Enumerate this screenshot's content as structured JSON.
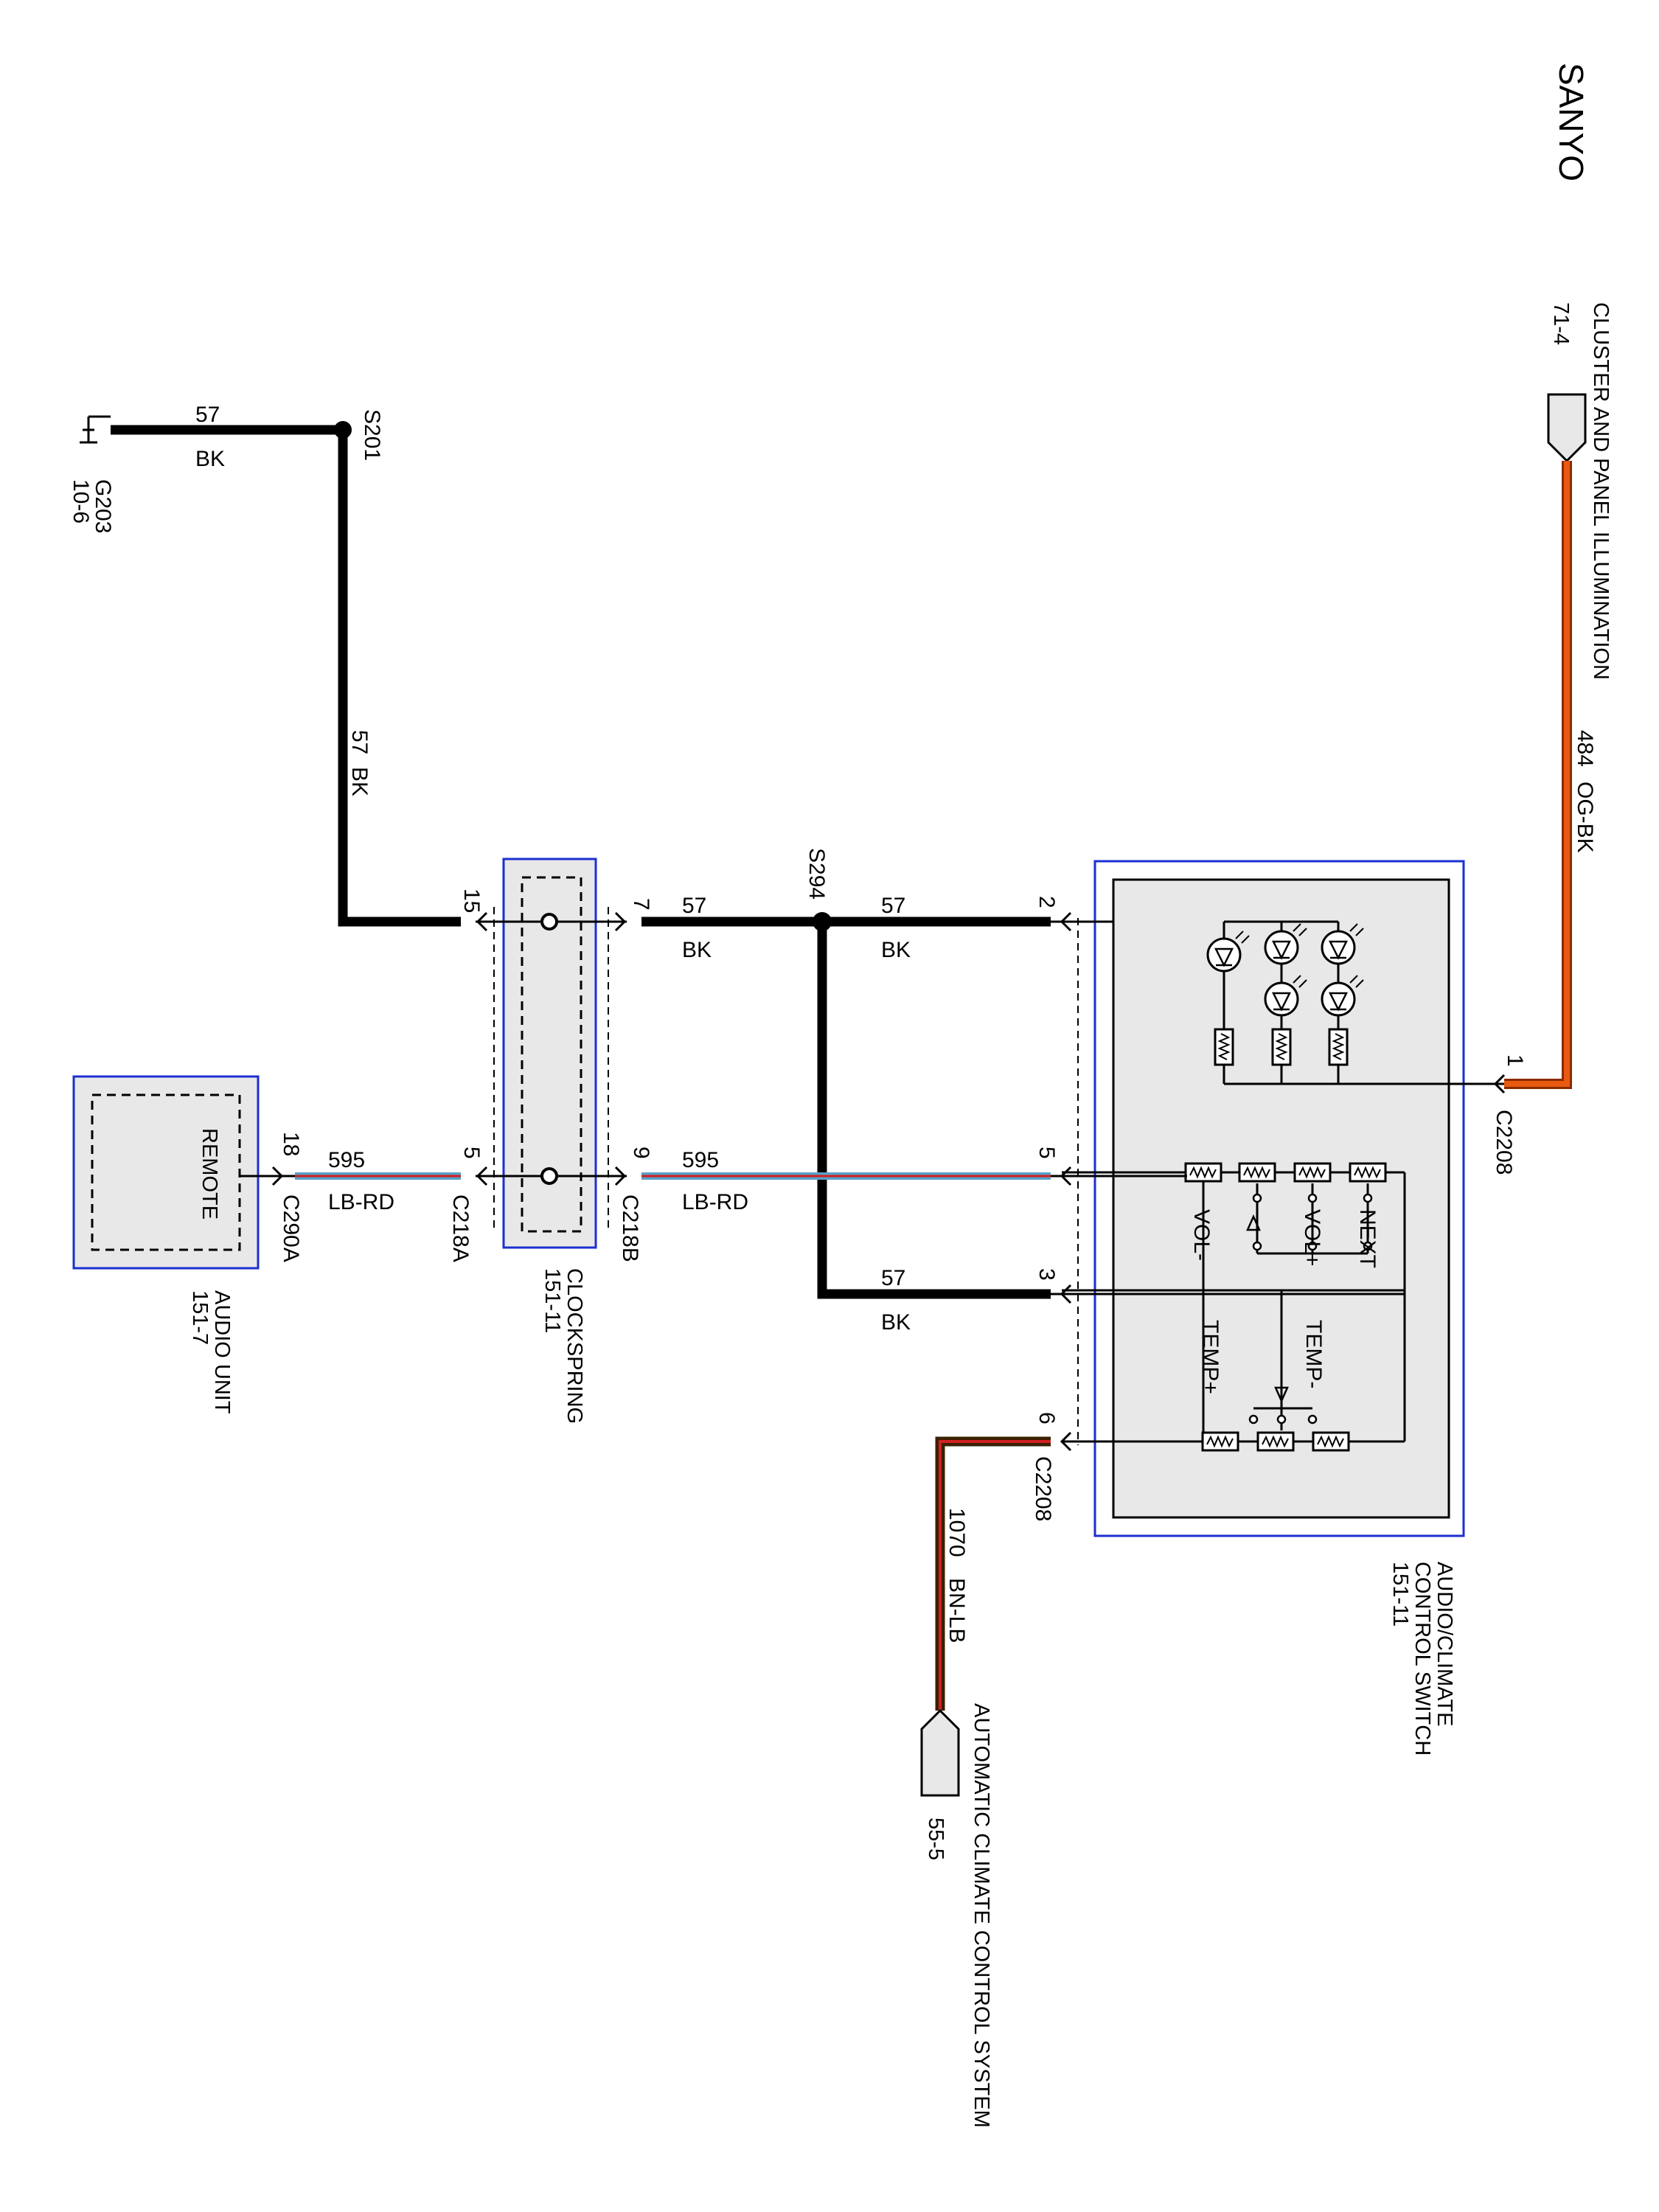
{
  "brand": "SANYO",
  "components": {
    "cluster": {
      "name": "CLUSTER AND PANEL ILLUMINATION",
      "ref": "71-4"
    },
    "audio_climate": {
      "line1": "AUDIO/CLIMATE",
      "line2": "CONTROL SWITCH",
      "ref": "151-11"
    },
    "clockspring": {
      "name": "CLOCKSPRING",
      "ref": "151-11"
    },
    "audio_unit": {
      "name": "AUDIO UNIT",
      "ref": "151-7",
      "inner": "REMOTE"
    },
    "auto_climate": {
      "name": "AUTOMATIC CLIMATE CONTROL SYSTEM",
      "ref": "55-5"
    },
    "ground": {
      "name": "G203",
      "ref": "10-6"
    }
  },
  "splices": {
    "s201": "S201",
    "s294": "S294"
  },
  "connectors": {
    "c2208_top": "C2208",
    "c2208_bottom": "C2208",
    "c218a": "C218A",
    "c218b": "C218B",
    "c290a": "C290A"
  },
  "pins": {
    "p1": "1",
    "p2": "2",
    "p3": "3",
    "p5": "5",
    "p6": "6",
    "p7": "7",
    "p9": "9",
    "p15": "15",
    "p5a": "5",
    "p18": "18"
  },
  "wires": {
    "w484": {
      "circuit": "484",
      "color": "OG-BK"
    },
    "w1070": {
      "circuit": "1070",
      "color": "BN-LB"
    },
    "w57_gnd": {
      "circuit": "57",
      "color": "BK"
    },
    "w57_vert": {
      "circuit": "57",
      "color": "BK"
    },
    "w57_a": {
      "circuit": "57",
      "color": "BK"
    },
    "w57_b": {
      "circuit": "57",
      "color": "BK"
    },
    "w57_c": {
      "circuit": "57",
      "color": "BK"
    },
    "w595_a": {
      "circuit": "595",
      "color": "LB-RD"
    },
    "w595_b": {
      "circuit": "595",
      "color": "LB-RD"
    }
  },
  "switches": {
    "next": "NEXT",
    "vol_plus": "VOL+",
    "vol_minus": "VOL-",
    "temp_minus": "TEMP-",
    "temp_plus": "TEMP+"
  },
  "colors": {
    "module_border": "#1c2fd0",
    "module_fill": "#e8e8e8",
    "orange": "#e85a10",
    "light_blue": "#5aa0c8",
    "red": "#d22020",
    "brown": "#6a3a10"
  }
}
